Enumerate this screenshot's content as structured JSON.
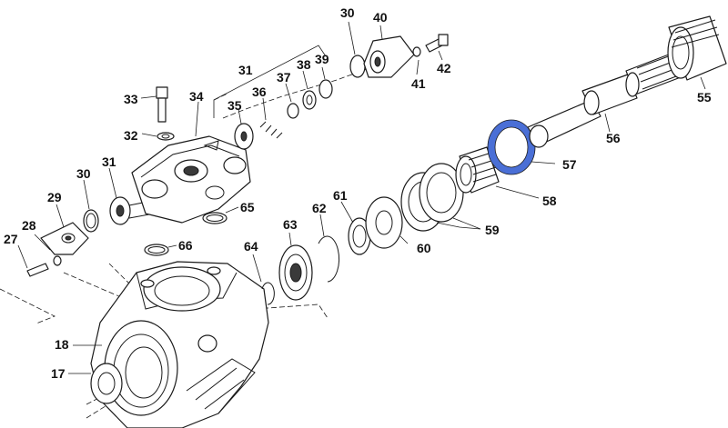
{
  "highlight_color": "#4a6fd6",
  "callouts": {
    "c17": "17",
    "c18": "18",
    "c27": "27",
    "c28": "28",
    "c29": "29",
    "c30a": "30",
    "c30b": "30",
    "c31a": "31",
    "c31b": "31",
    "c32": "32",
    "c33": "33",
    "c34": "34",
    "c35": "35",
    "c36": "36",
    "c37": "37",
    "c38": "38",
    "c39": "39",
    "c40": "40",
    "c41": "41",
    "c42": "42",
    "c55": "55",
    "c56": "56",
    "c57": "57",
    "c58": "58",
    "c59": "59",
    "c60": "60",
    "c61": "61",
    "c62": "62",
    "c63": "63",
    "c64": "64",
    "c65": "65",
    "c66": "66"
  }
}
